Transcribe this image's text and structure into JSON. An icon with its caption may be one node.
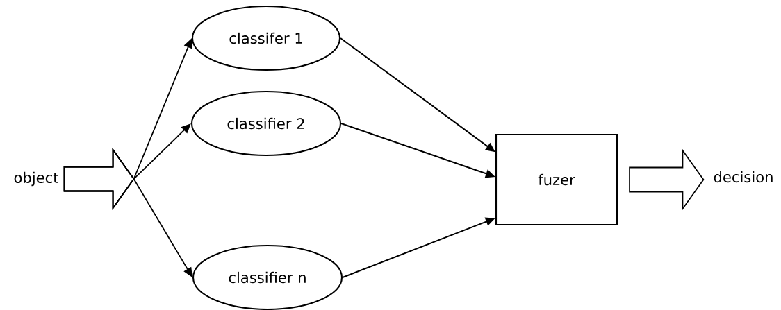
{
  "diagram": {
    "nodes": [
      {
        "text": [
          "object"
        ]
      },
      {
        "text": [
          "classifer 1"
        ]
      },
      {
        "text": [
          "classifier 2"
        ]
      },
      {
        "text": [
          "classifier n"
        ]
      },
      {
        "text": [
          "fuzer"
        ]
      },
      {
        "text": [
          "decision"
        ]
      }
    ],
    "edges": [
      {
        "from": 0,
        "to": 1,
        "arrow": "to"
      },
      {
        "from": 0,
        "to": 2,
        "arrow": "to"
      },
      {
        "from": 0,
        "to": 3,
        "arrow": "to"
      },
      {
        "from": 1,
        "to": 4,
        "arrow": "to"
      },
      {
        "from": 2,
        "to": 4,
        "arrow": "to"
      },
      {
        "from": 3,
        "to": 4,
        "arrow": "to"
      },
      {
        "from": 4,
        "to": 5,
        "arrow": "to",
        "style": "thick"
      }
    ]
  }
}
